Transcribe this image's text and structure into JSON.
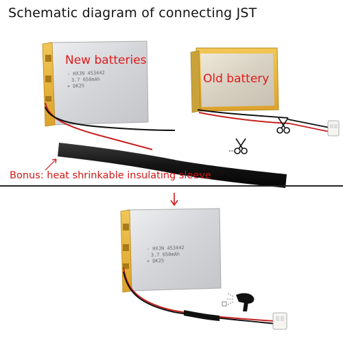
{
  "title": "Schematic diagram of connecting JST",
  "labels": {
    "new_batteries": "New batteries",
    "old_battery": "Old battery",
    "bonus": "Bonus: heat shrinkable insulating sleeve"
  },
  "battery_print": {
    "line1": "- HXJN 453442",
    "line2": "3.7 650mAh",
    "line3": "+ DK25"
  },
  "icons": [
    "scissors-icon",
    "scissors-icon",
    "hair-dryer-icon",
    "arrow-down-icon"
  ],
  "colors": {
    "label_red": "#e01a1a",
    "battery_silver": "#d9dadc",
    "battery_gold": "#e8b238",
    "wire_red": "#c62020",
    "wire_black": "#111111"
  }
}
